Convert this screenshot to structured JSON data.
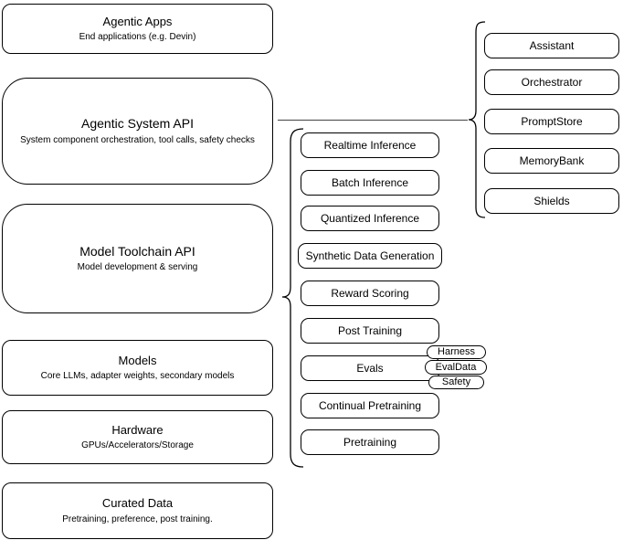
{
  "diagram": {
    "left_column": [
      {
        "title": "Agentic Apps",
        "subtitle": "End applications (e.g. Devin)"
      },
      {
        "title": "Agentic System API",
        "subtitle": "System component orchestration, tool calls, safety checks"
      },
      {
        "title": "Model Toolchain API",
        "subtitle": "Model development & serving"
      },
      {
        "title": "Models",
        "subtitle": "Core LLMs, adapter weights, secondary models"
      },
      {
        "title": "Hardware",
        "subtitle": "GPUs/Accelerators/Storage"
      },
      {
        "title": "Curated Data",
        "subtitle": "Pretraining, preference, post training."
      }
    ],
    "toolchain": {
      "items": [
        "Realtime Inference",
        "Batch Inference",
        "Quantized Inference",
        "Synthetic Data Generation",
        "Reward Scoring",
        "Post Training",
        "Evals",
        "Continual Pretraining",
        "Pretraining"
      ],
      "eval_tags": [
        "Harness",
        "EvalData",
        "Safety"
      ]
    },
    "components": {
      "items": [
        "Assistant",
        "Orchestrator",
        "PromptStore",
        "MemoryBank",
        "Shields"
      ]
    },
    "colors": {
      "stroke": "#000000",
      "background": "#ffffff",
      "text": "#000000",
      "connector": "#595959"
    }
  }
}
